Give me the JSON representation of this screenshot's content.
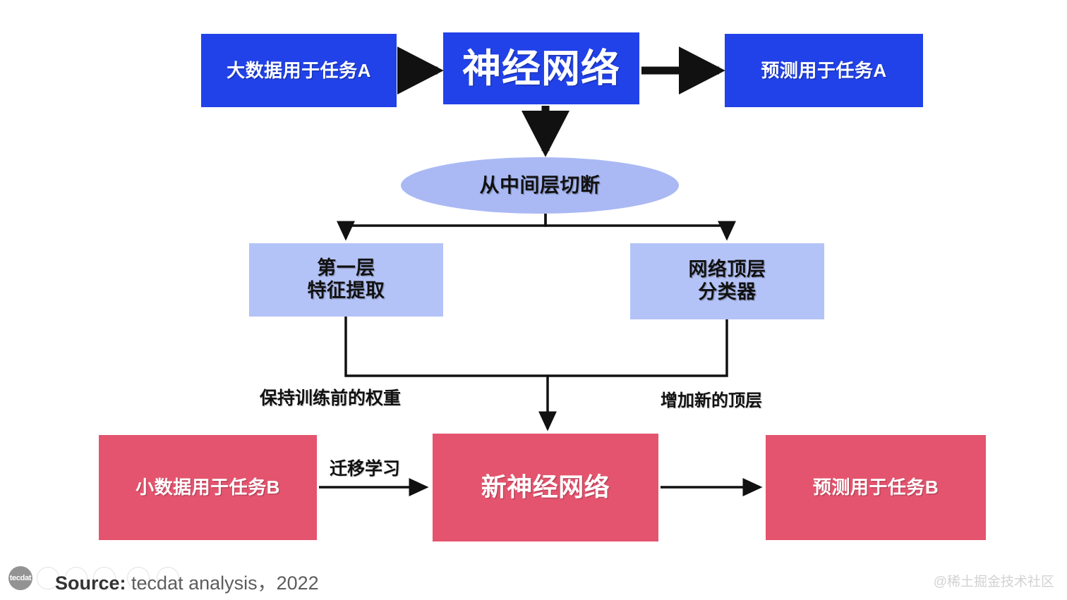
{
  "diagram": {
    "title": "Transfer learning flow diagram",
    "colors": {
      "blue": "#2142e8",
      "red": "#e4546e",
      "light_blue": "#b4c3f7",
      "ellipse_blue": "#aab9f4",
      "arrow": "#111111",
      "background": "#ffffff"
    },
    "nodes": [
      {
        "id": "big_data_task_a",
        "label": "大数据用于任务A",
        "shape": "rect",
        "fill": "#2142e8"
      },
      {
        "id": "neural_network",
        "label": "神经网络",
        "shape": "rect",
        "fill": "#2142e8"
      },
      {
        "id": "prediction_task_a",
        "label": "预测用于任务A",
        "shape": "rect",
        "fill": "#2142e8"
      },
      {
        "id": "cut_middle_layer",
        "label": "从中间层切断",
        "shape": "ellipse",
        "fill": "#aab9f4"
      },
      {
        "id": "first_layer",
        "label_line1": "第一层",
        "label_line2": "特征提取",
        "shape": "rect",
        "fill": "#b4c3f7"
      },
      {
        "id": "top_layer",
        "label_line1": "网络顶层",
        "label_line2": "分类器",
        "shape": "rect",
        "fill": "#b4c3f7"
      },
      {
        "id": "small_data_task_b",
        "label": "小数据用于任务B",
        "shape": "rect",
        "fill": "#e4546e"
      },
      {
        "id": "new_neural_network",
        "label": "新神经网络",
        "shape": "rect",
        "fill": "#e4546e"
      },
      {
        "id": "prediction_task_b",
        "label": "预测用于任务B",
        "shape": "rect",
        "fill": "#e4546e"
      }
    ],
    "edge_labels": {
      "keep_weights": "保持训练前的权重",
      "add_new_top": "增加新的顶层",
      "transfer_learning": "迁移学习"
    }
  },
  "footer": {
    "logo_text": "tecdat",
    "source_prefix": "Source:",
    "source_text": " tecdat analysis，2022",
    "watermark": "@稀土掘金技术社区"
  }
}
